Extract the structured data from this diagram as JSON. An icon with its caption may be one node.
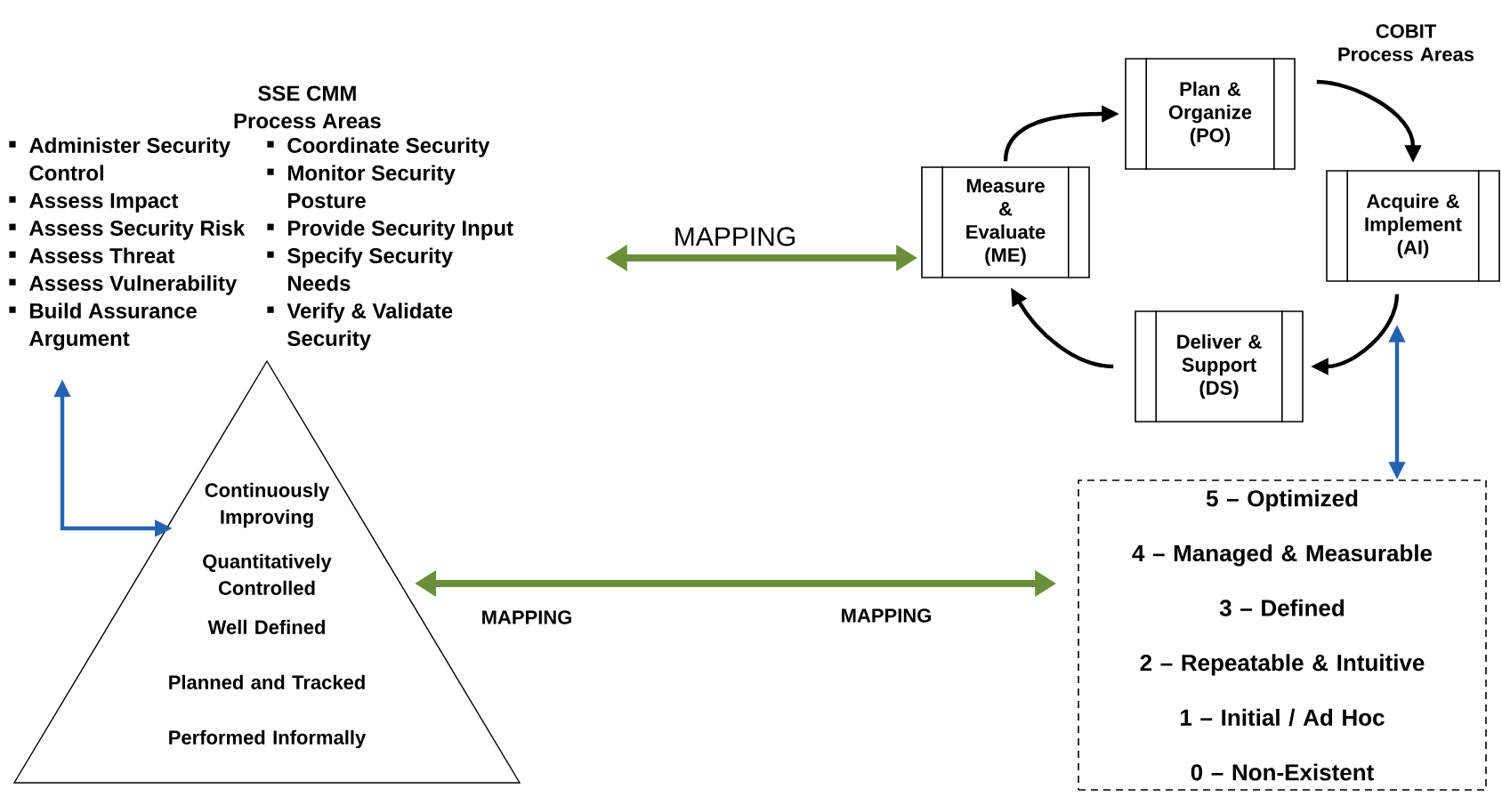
{
  "diagram": {
    "nodes": [
      {
        "text": [
          "SSE CMM Process Areas",
          "Administer Security Control",
          "Assess Impact",
          "Assess Security Risk",
          "Assess Threat",
          "Assess Vulnerability",
          "Build Assurance Argument",
          "Coordinate Security",
          "Monitor Security Posture",
          "Provide Security Input",
          "Specify Security Needs",
          "Verify & Validate Security"
        ]
      },
      {
        "text": [
          "Plan & Organize (PO)"
        ]
      },
      {
        "text": [
          "Acquire & Implement (AI)"
        ]
      },
      {
        "text": [
          "Deliver & Support (DS)"
        ]
      },
      {
        "text": [
          "Measure & Evaluate (ME)"
        ]
      },
      {
        "text": [
          "Continuously Improving",
          "Quantitatively Controlled",
          "Well Defined",
          "Planned and Tracked",
          "Performed Informally"
        ]
      },
      {
        "text": [
          "5 – Optimized",
          "4 – Managed & Measurable",
          "3 – Defined",
          "2 – Repeatable & Intuitive",
          "1 – Initial / Ad Hoc",
          "0 – Non-Existent"
        ]
      }
    ],
    "edges": [
      {
        "from": 0,
        "to": 4,
        "arrow": "both",
        "label": "MAPPING",
        "style": "thick",
        "color": "#6b8e3a"
      },
      {
        "from": 4,
        "to": 1,
        "arrow": "to"
      },
      {
        "from": 1,
        "to": 2,
        "arrow": "to"
      },
      {
        "from": 2,
        "to": 3,
        "arrow": "to"
      },
      {
        "from": 3,
        "to": 4,
        "arrow": "to"
      },
      {
        "from": 5,
        "to": 0,
        "arrow": "both",
        "color": "#2563b0"
      },
      {
        "from": 5,
        "to": 6,
        "arrow": "both",
        "label": "MAPPING",
        "style": "thick",
        "color": "#6b8e3a"
      },
      {
        "from": 2,
        "to": 6,
        "arrow": "both",
        "color": "#2563b0"
      }
    ],
    "labels": [
      "COBIT Process Areas",
      "MAPPING"
    ]
  }
}
